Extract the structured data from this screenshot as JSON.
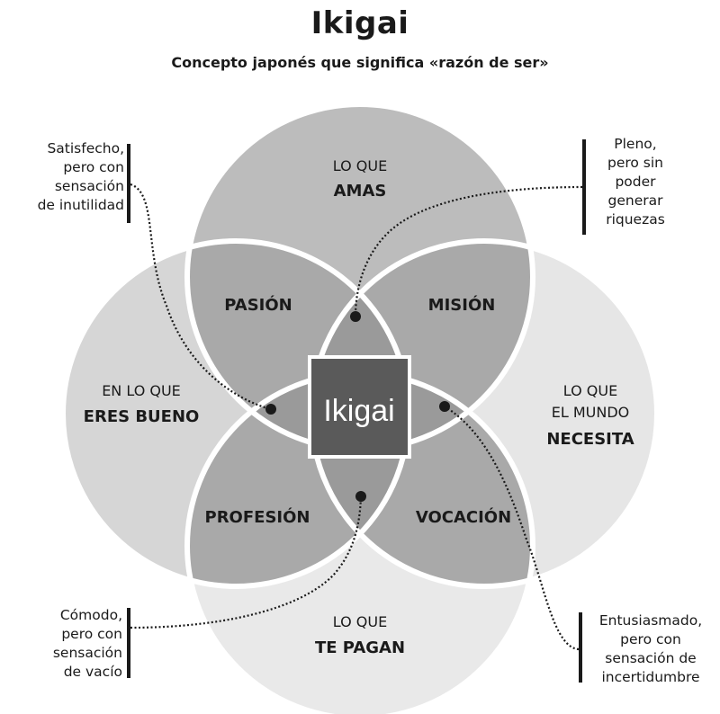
{
  "title": "Ikigai",
  "subtitle": "Concepto japonés que significa «razón de ser»",
  "circles": [
    {
      "id": "amas",
      "label_lines": [
        "LO QUE",
        "AMAS"
      ],
      "fill": "#bcbcbc"
    },
    {
      "id": "bueno",
      "label_lines": [
        "EN LO QUE",
        "ERES BUENO"
      ],
      "fill": "#d6d6d6"
    },
    {
      "id": "mundo",
      "label_lines": [
        "LO QUE",
        "EL MUNDO",
        "NECESITA"
      ],
      "fill": "#e6e6e6"
    },
    {
      "id": "pagan",
      "label_lines": [
        "LO QUE",
        "TE PAGAN"
      ],
      "fill": "#e9e9e9"
    }
  ],
  "intersections": {
    "pasion": "PASIÓN",
    "mision": "MISIÓN",
    "profesion": "PROFESIÓN",
    "vocacion": "VOCACIÓN"
  },
  "center": {
    "label": "Ikigai",
    "fill": "#5a5a5a"
  },
  "notes": {
    "top_left": [
      "Satisfecho,",
      "pero con",
      "sensación",
      "de inutilidad"
    ],
    "top_right": [
      "Pleno,",
      "pero sin",
      "poder",
      "generar",
      "riquezas"
    ],
    "bottom_left": [
      "Cómodo,",
      "pero con",
      "sensación",
      "de vacío"
    ],
    "bottom_right": [
      "Entusiasmado,",
      "pero con",
      "sensación de",
      "incertidumbre"
    ]
  },
  "colors": {
    "outline": "#ffffff",
    "text": "#1a1a1a",
    "overlap_two": "#a9a9a9",
    "overlap_three": "#9a9a9a"
  }
}
